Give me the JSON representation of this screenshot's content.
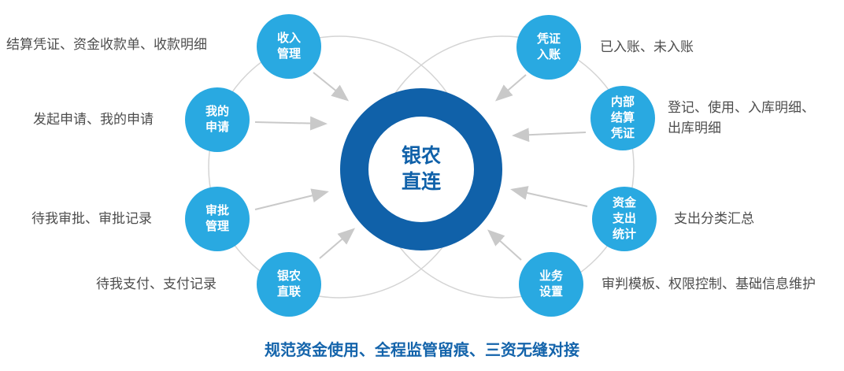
{
  "center": {
    "label": "银农\n直连"
  },
  "nodes": [
    {
      "name": "income-management",
      "label": "收入\n管理"
    },
    {
      "name": "my-applications",
      "label": "我的\n申请"
    },
    {
      "name": "approval-management",
      "label": "审批\n管理"
    },
    {
      "name": "bank-agri-direct-link",
      "label": "银农\n直联"
    },
    {
      "name": "voucher-posting",
      "label": "凭证\n入账"
    },
    {
      "name": "internal-settlement-voucher",
      "label": "内部\n结算\n凭证"
    },
    {
      "name": "fund-expenditure-statistics",
      "label": "资金\n支出\n统计"
    },
    {
      "name": "business-settings",
      "label": "业务\n设置"
    }
  ],
  "annotations": {
    "left": [
      "结算凭证、资金收款单、收款明细",
      "发起申请、我的申请",
      "待我审批、审批记录",
      "待我支付、支付记录"
    ],
    "right": [
      "已入账、未入账",
      "登记、使用、入库明细、\n出库明细",
      "支出分类汇总",
      "审判模板、权限控制、基础信息维护"
    ]
  },
  "footer": "规范资金使用、全程监管留痕、三资无缝对接",
  "colors": {
    "node-blue": "#29a9e1",
    "center-blue": "#1061a9",
    "footer-blue": "#1464ab",
    "arrow-gray": "#c9c9c9",
    "circle-gray": "#d4d4d4",
    "label-gray": "#4d4d4d"
  }
}
